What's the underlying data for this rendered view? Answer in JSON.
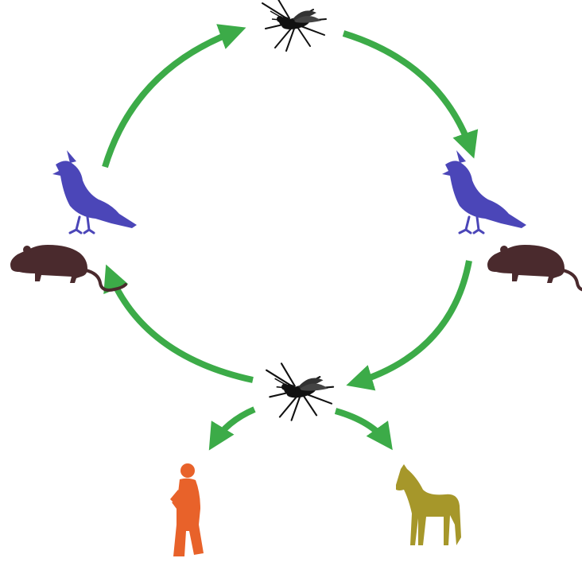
{
  "diagram": {
    "colors": {
      "arrow": "#3cab48",
      "background": "#ffffff",
      "mosquito": "#111111",
      "bird": "#4b46b8",
      "rodent": "#4a2a2d",
      "human": "#e8622a",
      "horse": "#a6972a"
    },
    "nodes": [
      {
        "id": "mosquito-top",
        "icon": "mosquito-icon"
      },
      {
        "id": "bird-right",
        "icon": "bird-icon"
      },
      {
        "id": "rodent-right",
        "icon": "rodent-icon"
      },
      {
        "id": "mosquito-bottom",
        "icon": "mosquito-icon"
      },
      {
        "id": "bird-left",
        "icon": "bird-icon"
      },
      {
        "id": "rodent-left",
        "icon": "rodent-icon"
      },
      {
        "id": "human",
        "icon": "human-icon"
      },
      {
        "id": "horse",
        "icon": "horse-icon"
      }
    ],
    "edges": [
      {
        "from": "bird-left",
        "to": "mosquito-top"
      },
      {
        "from": "mosquito-top",
        "to": "bird-right"
      },
      {
        "from": "rodent-right",
        "to": "mosquito-bottom"
      },
      {
        "from": "mosquito-bottom",
        "to": "rodent-left"
      },
      {
        "from": "mosquito-bottom",
        "to": "human"
      },
      {
        "from": "mosquito-bottom",
        "to": "horse"
      }
    ]
  }
}
